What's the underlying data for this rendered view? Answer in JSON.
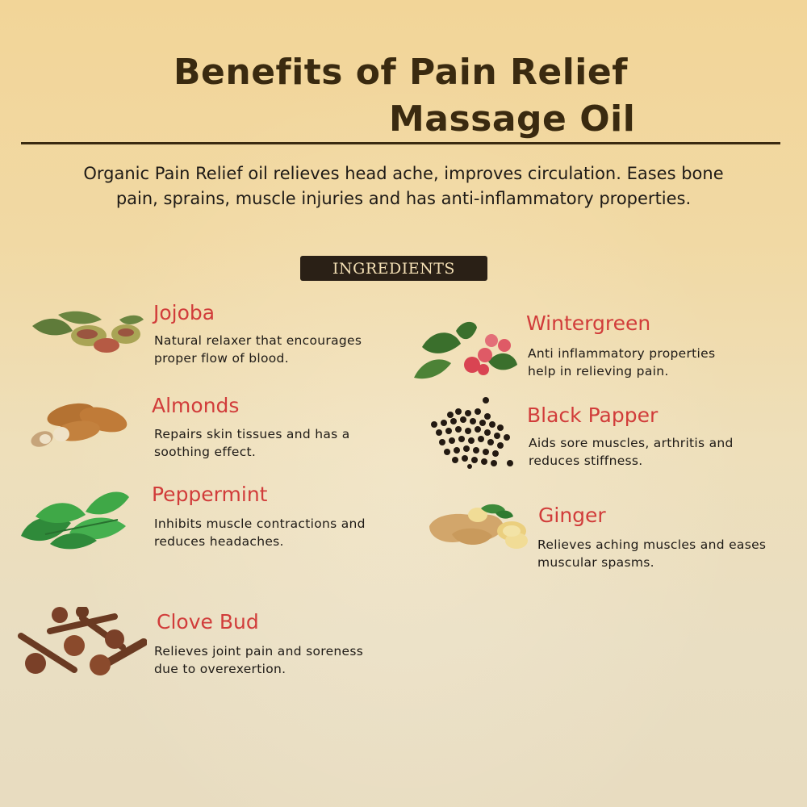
{
  "header": {
    "title_line_1": "Benefits of  Pain Relief",
    "title_line_2": "Massage Oil"
  },
  "intro": {
    "text": "Organic Pain Relief oil relieves head ache, improves circulation. Eases bone pain, sprains, muscle injuries and has anti-inflammatory properties."
  },
  "badge": {
    "label": "INGREDIENTS"
  },
  "colors": {
    "title": "#3a2a10",
    "ingredient_name": "#d13c3a",
    "body_text": "#1e1a16",
    "badge_bg": "#2a2016",
    "badge_text": "#f3dfb4",
    "background_top": "#f2d598",
    "background_bottom": "#e8dcc0"
  },
  "ingredients": {
    "left": [
      {
        "name": "Jojoba",
        "icon": "jojoba-icon",
        "desc_1": "Natural relaxer that encourages",
        "desc_2": "proper flow of blood."
      },
      {
        "name": "Almonds",
        "icon": "almond-icon",
        "desc_1": "Repairs skin tissues and has a",
        "desc_2": "soothing effect."
      },
      {
        "name": "Peppermint",
        "icon": "peppermint-icon",
        "desc_1": "Inhibits muscle contractions and",
        "desc_2": "reduces headaches."
      },
      {
        "name": "Clove Bud",
        "icon": "clove-icon",
        "desc_1": "Relieves joint pain and soreness",
        "desc_2": "due to overexertion."
      }
    ],
    "right": [
      {
        "name": "Wintergreen",
        "icon": "wintergreen-icon",
        "desc_1": "Anti inflammatory properties",
        "desc_2": "help in relieving pain."
      },
      {
        "name": "Black Papper",
        "icon": "black-pepper-icon",
        "desc_1": "Aids sore muscles, arthritis and",
        "desc_2": "reduces stiffness."
      },
      {
        "name": "Ginger",
        "icon": "ginger-icon",
        "desc_1": "Relieves aching muscles and eases",
        "desc_2": "muscular spasms."
      }
    ]
  }
}
